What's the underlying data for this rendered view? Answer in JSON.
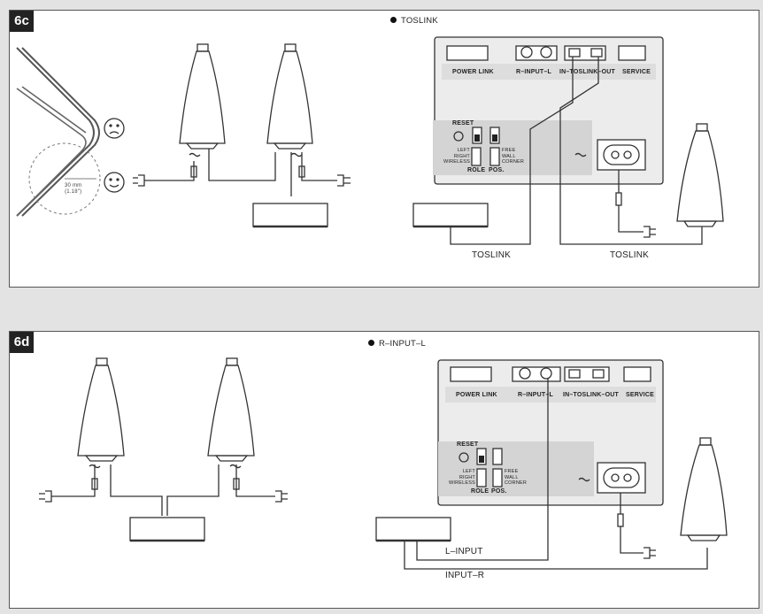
{
  "panels": {
    "c": {
      "badge": "6c",
      "header": "TOSLINK",
      "distance_mm": "30 mm",
      "distance_in": "(1.18\")",
      "ports": {
        "power_link": "POWER LINK",
        "r_input_l": "R–INPUT–L",
        "in_toslink_out": "IN–TOSLINK–OUT",
        "service": "SERVICE"
      },
      "reset": "RESET",
      "role_options": [
        "LEFT",
        "RIGHT",
        "WIRELESS"
      ],
      "pos_options": [
        "FREE",
        "WALL",
        "CORNER"
      ],
      "role": "ROLE",
      "pos": "POS.",
      "cable_left": "TOSLINK",
      "cable_right": "TOSLINK"
    },
    "d": {
      "badge": "6d",
      "header": "R–INPUT–L",
      "ports": {
        "power_link": "POWER LINK",
        "r_input_l": "R–INPUT–L",
        "in_toslink_out": "IN–TOSLINK–OUT",
        "service": "SERVICE"
      },
      "reset": "RESET",
      "role_options": [
        "LEFT",
        "RIGHT",
        "WIRELESS"
      ],
      "pos_options": [
        "FREE",
        "WALL",
        "CORNER"
      ],
      "role": "ROLE",
      "pos": "POS.",
      "cable_l": "L–INPUT",
      "cable_r": "INPUT–R"
    }
  }
}
